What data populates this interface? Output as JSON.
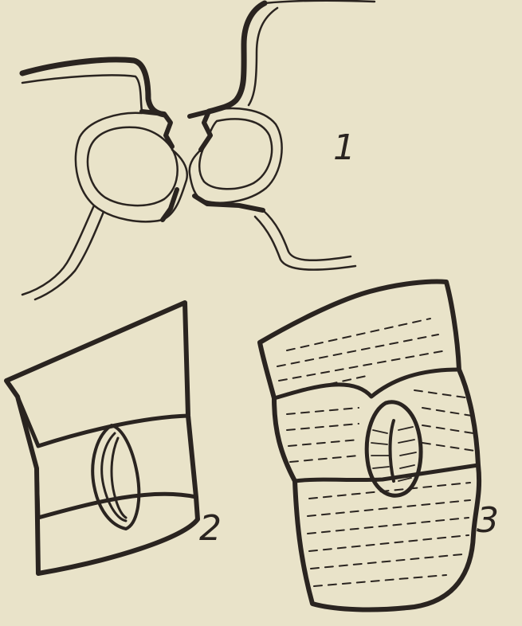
{
  "figure": {
    "labels": {
      "fig1": "1",
      "fig2": "2",
      "fig3": "3"
    },
    "colors": {
      "paper": "#e9e3c9",
      "ink": "#2a2420"
    },
    "parts": {
      "fig1": "stomata-cross-section",
      "fig2": "stomata-surface-view-smooth",
      "fig3": "stomata-surface-view-striate"
    }
  }
}
